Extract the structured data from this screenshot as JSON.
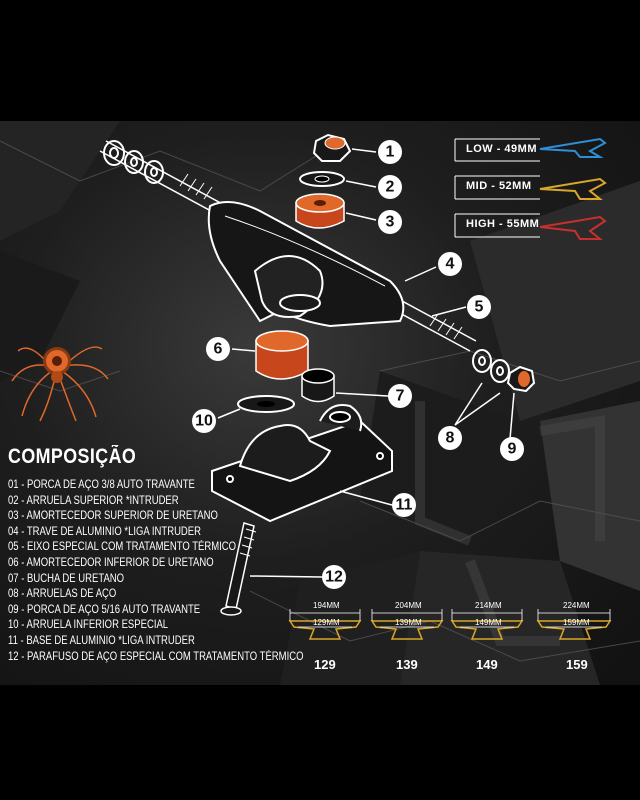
{
  "callouts": [
    "1",
    "2",
    "3",
    "4",
    "5",
    "6",
    "7",
    "8",
    "9",
    "10",
    "11",
    "12"
  ],
  "heights": [
    {
      "label": "LOW - 49MM",
      "color": "#2f8fd6"
    },
    {
      "label": "MID - 52MM",
      "color": "#d9a72a"
    },
    {
      "label": "HIGH - 55MM",
      "color": "#c9302c"
    }
  ],
  "composition": {
    "title": "COMPOSIÇÃO",
    "items": [
      "01 - PORCA DE AÇO 3/8 AUTO TRAVANTE",
      "02 - ARRUELA SUPERIOR *INTRUDER",
      "03 - AMORTECEDOR SUPERIOR DE URETANO",
      "04 - TRAVE DE ALUMINIO  *LIGA INTRUDER",
      "05 - EIXO ESPECIAL COM TRATAMENTO TÉRMICO",
      "06 - AMORTECEDOR INFERIOR DE URETANO",
      "07 - BUCHA DE URETANO",
      "08 - ARRUELAS DE AÇO",
      "09 - PORCA DE AÇO 5/16 AUTO TRAVANTE",
      "10 - ARRUELA INFERIOR ESPECIAL",
      "11 - BASE DE ALUMINIO  *LIGA INTRUDER",
      "12 - PARAFUSO DE AÇO ESPECIAL COM TRATAMENTO TÉRMICO"
    ]
  },
  "sizes": [
    {
      "size": "129",
      "total": "194MM",
      "axle": "129MM"
    },
    {
      "size": "139",
      "total": "204MM",
      "axle": "139MM"
    },
    {
      "size": "149",
      "total": "214MM",
      "axle": "149MM"
    },
    {
      "size": "159",
      "total": "224MM",
      "axle": "159MM"
    }
  ],
  "colors": {
    "accent_orange": "#e0682a",
    "gold": "#d9a72a",
    "blue": "#2f8fd6",
    "red": "#c9302c"
  }
}
